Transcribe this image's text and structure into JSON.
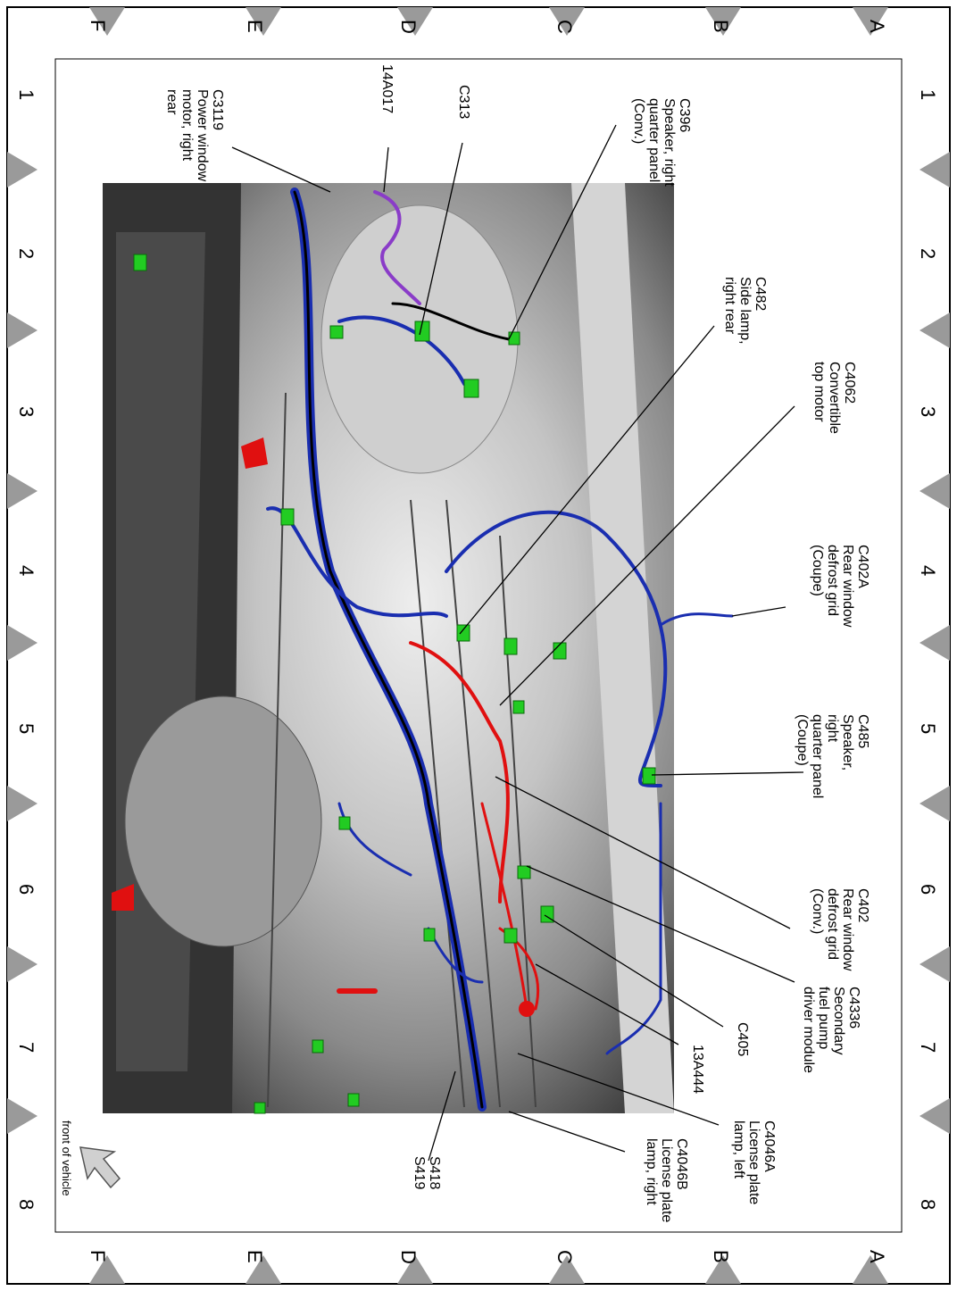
{
  "grid": {
    "numbers": [
      "1",
      "2",
      "3",
      "4",
      "5",
      "6",
      "7",
      "8"
    ],
    "letters": [
      "A",
      "B",
      "C",
      "D",
      "E",
      "F"
    ]
  },
  "callouts": [
    {
      "id": "c3119",
      "text": "C3119\nPower window\nmotor, right\nrear"
    },
    {
      "id": "c14a017",
      "text": "14A017"
    },
    {
      "id": "c313",
      "text": "C313"
    },
    {
      "id": "c396",
      "text": "C396\nSpeaker, right\nquarter panel\n(Conv.)"
    },
    {
      "id": "c482",
      "text": "C482\nSide lamp,\nright rear"
    },
    {
      "id": "c4062",
      "text": "C4062\nConvertible\ntop motor"
    },
    {
      "id": "c402a",
      "text": "C402A\nRear window\ndefrost grid\n(Coupe)"
    },
    {
      "id": "c485",
      "text": "C485\nSpeaker, right\nquarter panel\n(Coupe)"
    },
    {
      "id": "c402",
      "text": "C402\nRear window\ndefrost grid\n(Conv.)"
    },
    {
      "id": "c4336",
      "text": "C4336\nSecondary\nfuel pump\ndriver module"
    },
    {
      "id": "c405",
      "text": "C405"
    },
    {
      "id": "c13a444",
      "text": "13A444"
    },
    {
      "id": "c4046a",
      "text": "C4046A\nLicense plate\nlamp, left"
    },
    {
      "id": "c4046b",
      "text": "C4046B\nLicense plate\nlamp, right"
    },
    {
      "id": "s418",
      "text": "S418\nS419"
    }
  ],
  "front_note": "front of vehicle",
  "colors": {
    "harness_blue": "#1a2eb0",
    "harness_red": "#e01010",
    "connector_green": "#22cc22",
    "purple": "#8a3cc8",
    "border_gray": "#9a9a9a"
  }
}
